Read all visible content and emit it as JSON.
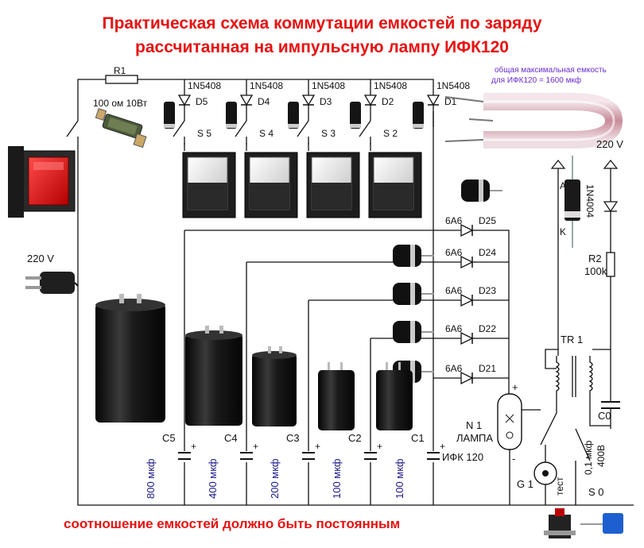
{
  "title": {
    "line1": "Практическая схема коммутации  емкостей по заряду",
    "line2": "рассчитанная на импульсную лампу ИФК120"
  },
  "footer": "соотношение емкостей должно быть постоянным",
  "lamp_note": {
    "line1": "общая максимальная емкость",
    "line2": "для ИФК120 = 1600 мкф"
  },
  "resistor_r1": {
    "name": "R1",
    "value": "100 ом 10Вт"
  },
  "resistor_r2": {
    "name": "R2",
    "value": "100k"
  },
  "mains_left": "220 V",
  "mains_right": "220 V",
  "charge_diodes": [
    {
      "type": "1N5408",
      "name": "D5"
    },
    {
      "type": "1N5408",
      "name": "D4"
    },
    {
      "type": "1N5408",
      "name": "D3"
    },
    {
      "type": "1N5408",
      "name": "D2"
    },
    {
      "type": "1N5408",
      "name": "D1"
    }
  ],
  "switches": [
    "S 5",
    "S 4",
    "S 3",
    "S 2"
  ],
  "discharge_diodes": [
    {
      "type": "6A6",
      "name": "D25"
    },
    {
      "type": "6A6",
      "name": "D24"
    },
    {
      "type": "6A6",
      "name": "D23"
    },
    {
      "type": "6A6",
      "name": "D22"
    },
    {
      "type": "6A6",
      "name": "D21"
    }
  ],
  "capacitors": [
    {
      "name": "C5",
      "value": "800 мкф"
    },
    {
      "name": "C4",
      "value": "400 мкф"
    },
    {
      "name": "C3",
      "value": "200 мкф"
    },
    {
      "name": "C2",
      "value": "100 мкф"
    },
    {
      "name": "C1",
      "value": "100 мкф"
    }
  ],
  "diode_1n4004": "1N4004",
  "transformer": "TR  1",
  "c0": {
    "name": "C0",
    "value": "0,1 мкф",
    "voltage": "400В"
  },
  "lamp": {
    "name": "N 1",
    "label": "ЛАМПА",
    "type": "ИФК 120"
  },
  "g1": "G 1",
  "test": "тест",
  "s0": "S 0",
  "pin_a": "A",
  "pin_k": "K",
  "pol_plus": "+",
  "pol_minus": "-"
}
